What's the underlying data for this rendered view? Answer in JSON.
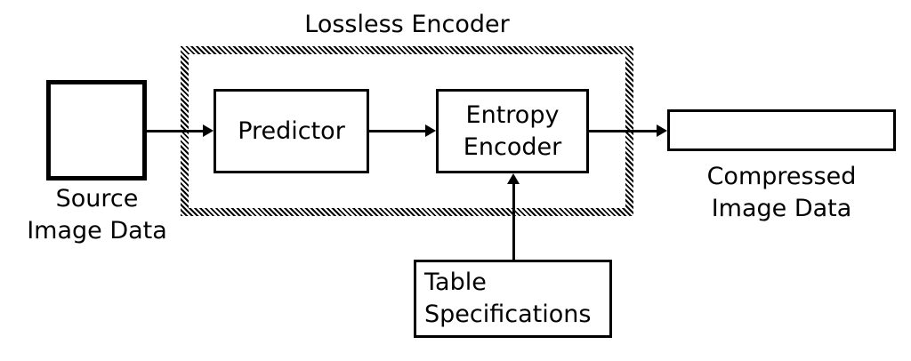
{
  "title": "Lossless Encoder",
  "nodes": {
    "source": {
      "label": "Source\nImage Data"
    },
    "predictor": {
      "label": "Predictor"
    },
    "entropy_encoder": {
      "label": "Entropy\nEncoder"
    },
    "compressed": {
      "label": "Compressed\nImage Data"
    },
    "table_specifications": {
      "label": "Table\nSpecifications"
    }
  },
  "arrows": [
    {
      "from": "source",
      "to": "predictor"
    },
    {
      "from": "predictor",
      "to": "entropy_encoder"
    },
    {
      "from": "entropy_encoder",
      "to": "compressed"
    },
    {
      "from": "table_specifications",
      "to": "entropy_encoder"
    }
  ],
  "colors": {
    "stroke": "#000000",
    "background": "#ffffff"
  }
}
